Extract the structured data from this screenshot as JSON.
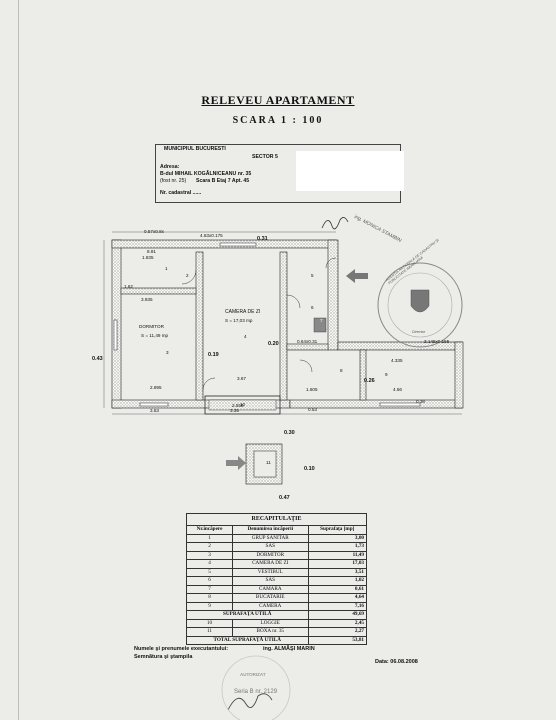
{
  "header": {
    "title": "RELEVEU APARTAMENT",
    "scale": "SCARA 1 : 100"
  },
  "address": {
    "municipality": "MUNICIPIUL BUCURESTI",
    "sector": "SECTOR 5",
    "label": "Adresa:",
    "street": "B-dul MIHAIL KOGĂLNICEANU nr. 35",
    "line3_old": "(fost nr. 25)",
    "line3_rest": "Scara B  Etaj 7  Apt. 45",
    "cadastral": "Nr. cadastral ......"
  },
  "stamp": {
    "signer_side": "ing. MONICA STAMBIN",
    "round_text": "AGENŢIA NAŢIONALĂ DE CADASTRU ŞI PUBLICITATE IMOBILIARĂ",
    "round_bottom": "Director"
  },
  "plan": {
    "room_dormitor": "DORMITOR",
    "room_dormitor_area": "S = 11,49 mp",
    "room_camera": "CAMERA DE ZI",
    "room_camera_area": "S = 17,03 mp",
    "dims": {
      "d1": "4.63x0.175",
      "d2": "0.57x0.8x",
      "d3": "8.81",
      "d4": "1.835",
      "d5": "3.935",
      "d6": "2.895",
      "d7": "3.53",
      "d8": "3.35",
      "d9": "3.67",
      "d10": "1.62",
      "d11": "0.31",
      "d12": "0.19",
      "d13": "0.20",
      "d14": "0.43",
      "d15": "0.26",
      "d16": "4.335",
      "d17": "4.56",
      "d18": "1.605",
      "d19": "0.53",
      "d20": "0.10",
      "d21": "0.47",
      "d22": "3.145x0.155",
      "d23": "0.64x0.31",
      "d24": "2.555",
      "d25": "0.30",
      "d26": "0.38"
    },
    "room_numbers": [
      "1",
      "2",
      "3",
      "4",
      "5",
      "6",
      "7",
      "8",
      "9",
      "10",
      "11"
    ]
  },
  "recap": {
    "caption": "RECAPITULAŢIE",
    "headers": [
      "Nr.încăpere",
      "Denumirea încăperii",
      "Suprafaţa [mp]"
    ],
    "rows": [
      {
        "nr": "1",
        "name": "GRUP SANITAR",
        "area": "3,00"
      },
      {
        "nr": "2",
        "name": "SAS",
        "area": "1,73"
      },
      {
        "nr": "3",
        "name": "DORMITOR",
        "area": "11,49"
      },
      {
        "nr": "4",
        "name": "CAMERA DE ZI",
        "area": "17,03"
      },
      {
        "nr": "5",
        "name": "VESTIBUL",
        "area": "3,51"
      },
      {
        "nr": "6",
        "name": "SAS",
        "area": "1,02"
      },
      {
        "nr": "7",
        "name": "CAMARA",
        "area": "0,61"
      },
      {
        "nr": "8",
        "name": "BUCATARIE",
        "area": "4,64"
      },
      {
        "nr": "9",
        "name": "CAMERA",
        "area": "7,16"
      }
    ],
    "util_label": "SUPRAFAŢA UTILĂ",
    "util_value": "49,69",
    "rows2": [
      {
        "nr": "10",
        "name": "LOGGIE",
        "area": "2,45"
      },
      {
        "nr": "11",
        "name": "BOXA nr. 35",
        "area": "2,27"
      }
    ],
    "total_label": "TOTAL SUPRAFAŢĂ UTILĂ",
    "total_value": "53,81"
  },
  "footer": {
    "executor_label": "Numele şi prenumele executantului:",
    "executor_name": "ing. ALMĂŞI MARIN",
    "signature_label": "Semnătura şi ştampila",
    "date": "Data: 06.08.2008",
    "stamp_text": "AUTORIZAT",
    "stamp_no": "Seria B nr. 2129"
  }
}
